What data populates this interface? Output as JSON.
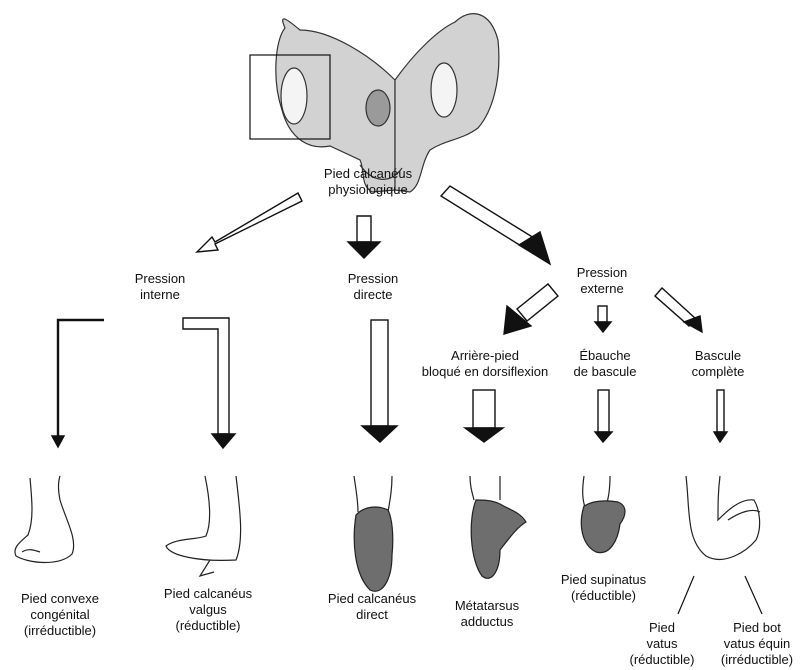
{
  "root": {
    "lines": [
      "Pied calcanéus",
      "physiologique"
    ]
  },
  "branches": {
    "internal": {
      "lines": [
        "Pression",
        "interne"
      ]
    },
    "direct": {
      "lines": [
        "Pression",
        "directe"
      ]
    },
    "external": {
      "lines": [
        "Pression",
        "externe"
      ]
    }
  },
  "sub_branches": {
    "blocked": {
      "lines": [
        "Arrière-pied",
        "bloqué en dorsiflexion"
      ]
    },
    "sketch": {
      "lines": [
        "Ébauche",
        "de bascule"
      ]
    },
    "complete": {
      "lines": [
        "Bascule",
        "complète"
      ]
    }
  },
  "outcomes": {
    "convexe": {
      "lines": [
        "Pied convexe",
        "congénital",
        "(irréductible)"
      ]
    },
    "valgus": {
      "lines": [
        "Pied calcanéus",
        "valgus",
        "(réductible)"
      ]
    },
    "direct": {
      "lines": [
        "Pied calcanéus",
        "direct"
      ]
    },
    "metatarsus": {
      "lines": [
        "Métatarsus",
        "adductus"
      ]
    },
    "supinatus": {
      "lines": [
        "Pied supinatus",
        "(réductible)"
      ]
    },
    "vatus": {
      "lines": [
        "Pied",
        "vatus",
        "(réductible)"
      ]
    },
    "bot": {
      "lines": [
        "Pied bot",
        "vatus équin",
        "(irréductible)"
      ]
    }
  },
  "colors": {
    "foot_gray": "#6e6e6e",
    "body_gray": "#cfcfcf",
    "stroke": "#111111"
  }
}
